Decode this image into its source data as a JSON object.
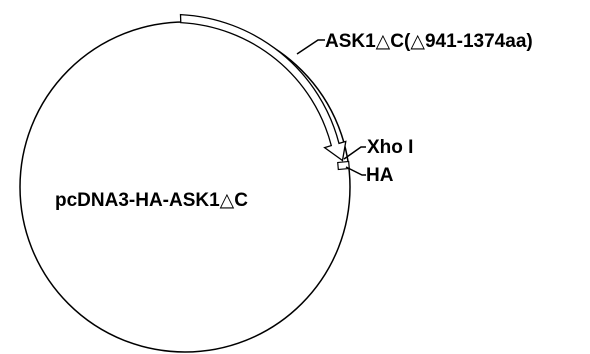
{
  "plasmid": {
    "name": "pcDNA3-HA-ASK1△C"
  },
  "features": [
    {
      "name": "insert",
      "label": "ASK1△C(△941-1374aa)"
    },
    {
      "name": "restriction-site",
      "label": "Xho I"
    },
    {
      "name": "tag",
      "label": "HA"
    }
  ],
  "colors": {
    "stroke": "#000000",
    "background": "#ffffff",
    "feature_fill": "#ffffff"
  }
}
